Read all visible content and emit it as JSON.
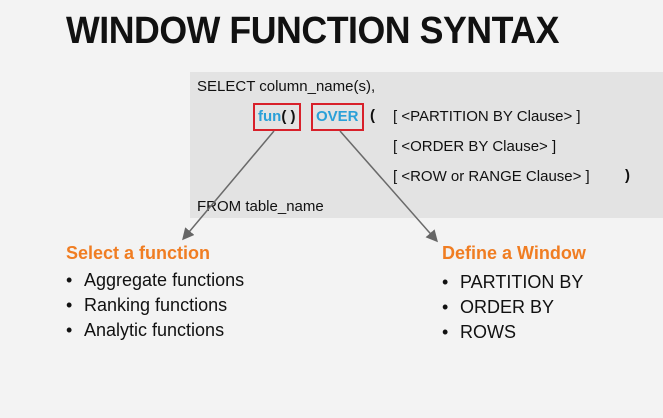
{
  "title": "WINDOW FUNCTION SYNTAX",
  "code": {
    "line1": "SELECT column_name(s),",
    "fun_part": "fun",
    "fun_parens": "( )",
    "over_keyword": "OVER",
    "open_paren": "(",
    "partition_clause": "[ <PARTITION BY Clause> ]",
    "order_clause": "[ <ORDER BY Clause> ]",
    "row_clause": "[ <ROW or RANGE Clause> ]",
    "close_paren": ")",
    "from_line": "FROM table_name"
  },
  "left_section": {
    "heading": "Select a function",
    "items": [
      "Aggregate functions",
      "Ranking functions",
      "Analytic functions"
    ]
  },
  "right_section": {
    "heading": "Define a Window",
    "items": [
      "PARTITION BY",
      "ORDER BY",
      "ROWS"
    ]
  },
  "colors": {
    "heading_orange": "#f07d22",
    "keyword_blue": "#2aa0d8",
    "highlight_red": "#d8202a",
    "panel_gray": "#e3e3e3",
    "background": "#f3f3f3"
  }
}
